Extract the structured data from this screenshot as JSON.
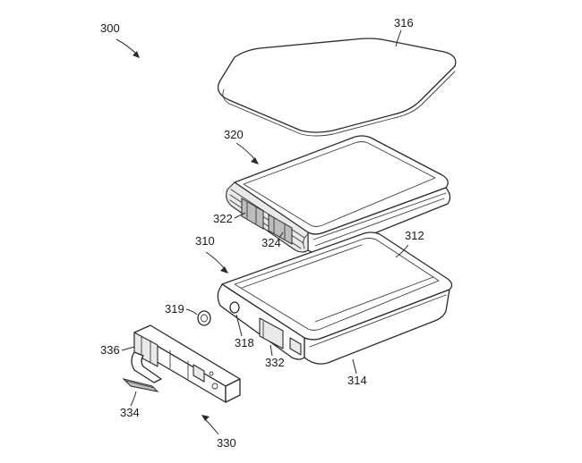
{
  "figure": {
    "ref_numerals": {
      "assembly": "300",
      "cover": "316",
      "battery_cell": "320",
      "cell_tab_left": "322",
      "cell_tab_center": "324",
      "enclosure": "310",
      "enclosure_upper_edge": "312",
      "enclosure_wall": "314",
      "seal_ring": "319",
      "port": "318",
      "enclosure_tab": "332",
      "circuit_assembly": "330",
      "circuit_connector": "334",
      "circuit_bracket": "336"
    },
    "colors": {
      "line": "#2a2a2a",
      "background": "#ffffff",
      "shade": "#e9e9e9"
    }
  }
}
